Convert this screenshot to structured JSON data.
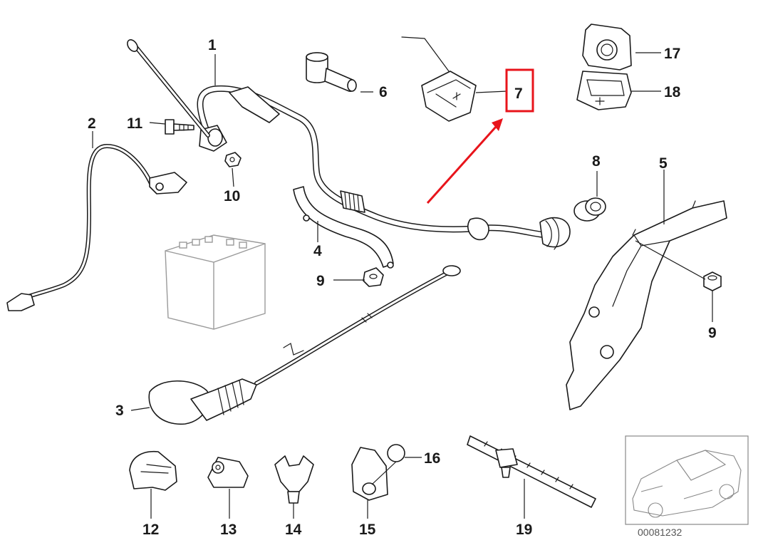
{
  "callouts": {
    "n1": "1",
    "n2": "2",
    "n3": "3",
    "n4": "4",
    "n5": "5",
    "n6": "6",
    "n7": "7",
    "n8": "8",
    "n9a": "9",
    "n9b": "9",
    "n10": "10",
    "n11": "11",
    "n12": "12",
    "n13": "13",
    "n14": "14",
    "n15": "15",
    "n16": "16",
    "n17": "17",
    "n18": "18",
    "n19": "19"
  },
  "reference_code": "00081232",
  "highlight": {
    "part": "7",
    "color": "#e8141b"
  }
}
